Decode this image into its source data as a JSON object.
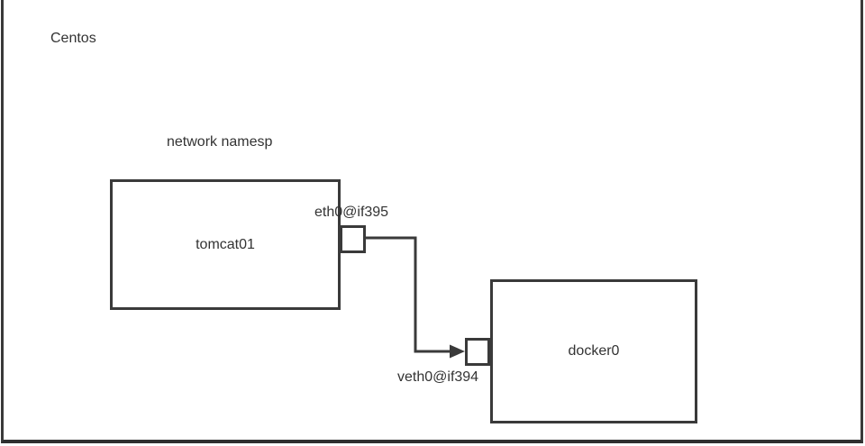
{
  "diagram": {
    "host_label": "Centos",
    "namespace_label": "network namesp",
    "nodes": [
      {
        "id": "tomcat01",
        "label": "tomcat01"
      },
      {
        "id": "docker0",
        "label": "docker0"
      }
    ],
    "ports": [
      {
        "id": "eth0",
        "label": "eth0@if395",
        "attached_to": "tomcat01"
      },
      {
        "id": "veth0",
        "label": "veth0@if394",
        "attached_to": "docker0"
      }
    ],
    "connection": {
      "from": "eth0@if395",
      "to": "veth0@if394",
      "shape": "right-angle-arrow"
    },
    "colors": {
      "stroke": "#3a3a3a",
      "text": "#333333",
      "background": "#ffffff"
    }
  }
}
